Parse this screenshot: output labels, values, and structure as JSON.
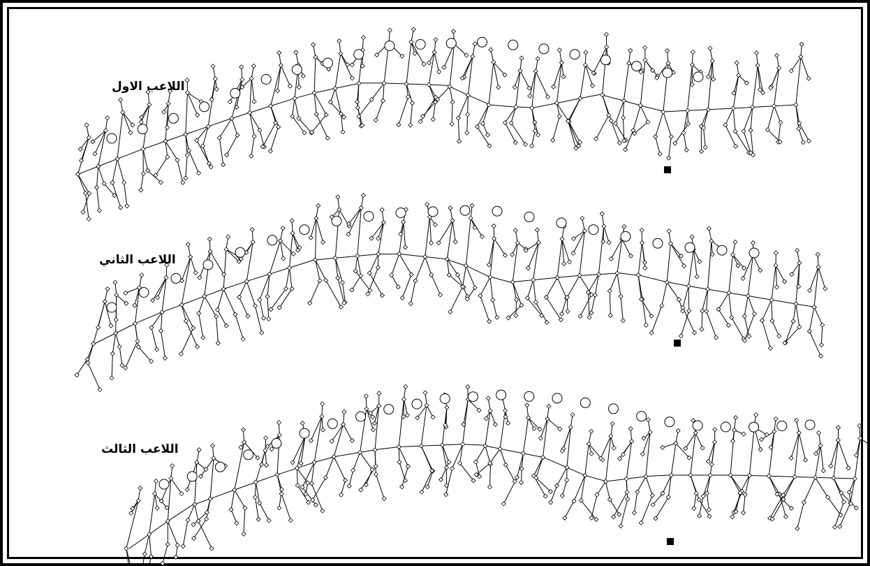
{
  "figure": {
    "panels": [
      {
        "label": "اللاعب الاول"
      },
      {
        "label": "اللاعب الثاني"
      },
      {
        "label": "اللاعب الثالث"
      }
    ]
  }
}
